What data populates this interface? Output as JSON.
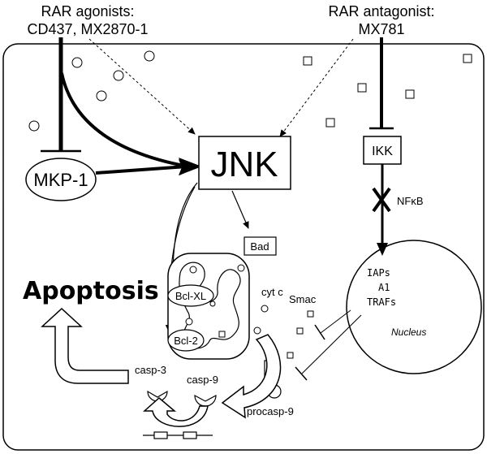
{
  "agonists_title": "RAR agonists:",
  "agonists_names": "CD437, MX2870-1",
  "antagonist_title": "RAR antagonist:",
  "antagonist_name": "MX781",
  "mkp1": "MKP-1",
  "jnk": "JNK",
  "ikk": "IKK",
  "nfkb": "NFκB",
  "bad": "Bad",
  "bclxl": "Bcl-XL",
  "bcl2": "Bcl-2",
  "cytc": "cyt c",
  "smac": "Smac",
  "apoptosis": "Apoptosis",
  "nucleus": "Nucleus",
  "iaps": "IAPs",
  "a1": "A1",
  "trafs": "TRAFs",
  "casp3": "casp-3",
  "casp9": "casp-9",
  "procasp9": "procasp-9"
}
